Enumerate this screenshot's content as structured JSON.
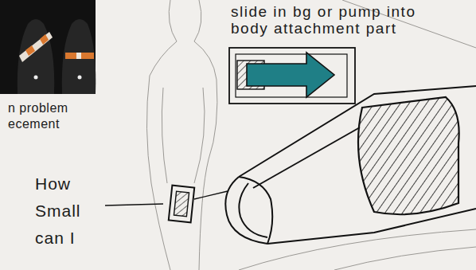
{
  "diagram": {
    "labels": [
      "slide in bg or pump into body attachment part",
      "n problem ecement",
      "How Small can I"
    ]
  }
}
